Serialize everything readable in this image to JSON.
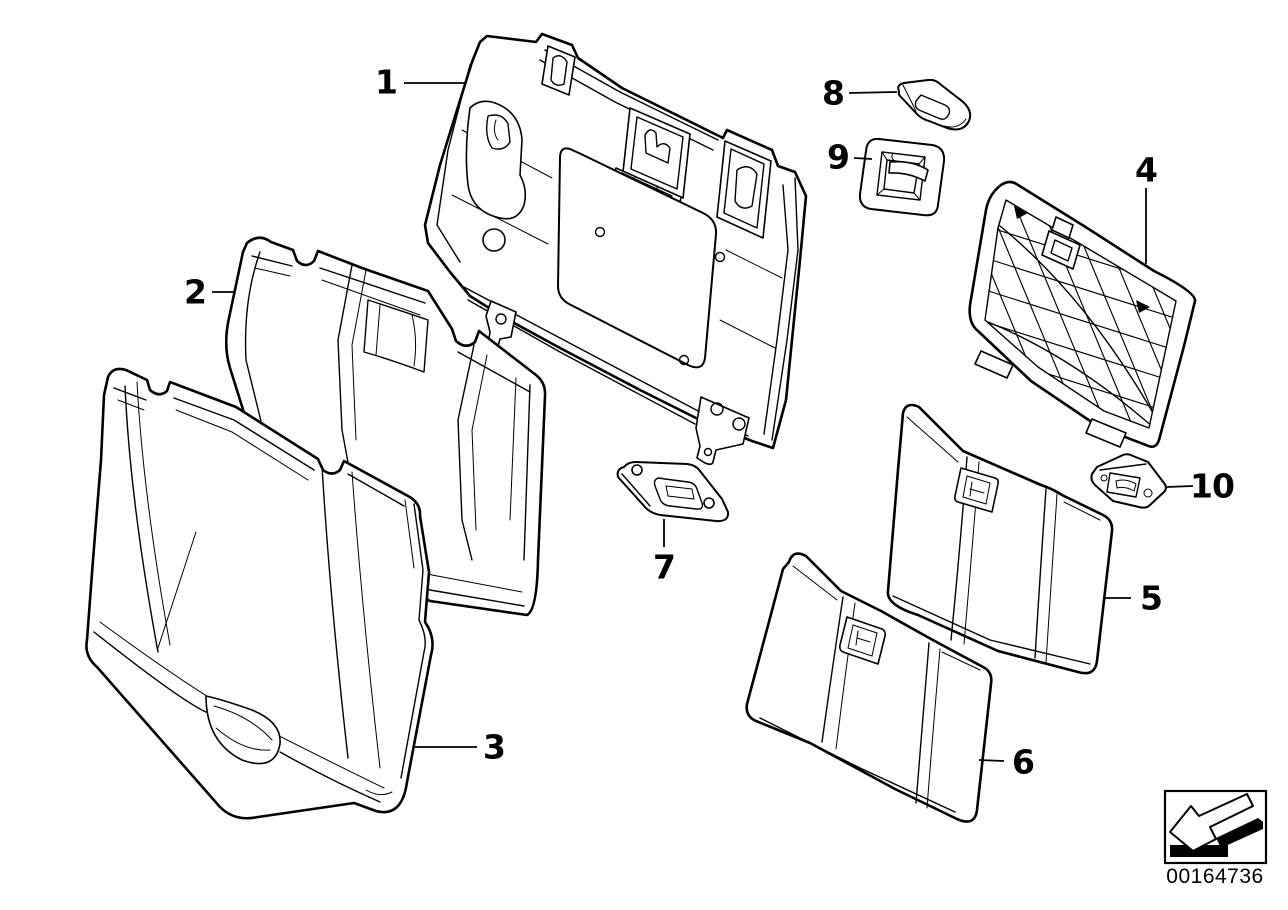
{
  "diagram": {
    "type": "exploded-parts-diagram",
    "subject": "rear seat backrest, covers and trim",
    "colors": {
      "line": "#000000",
      "background": "#ffffff"
    },
    "callouts": [
      {
        "label": "1"
      },
      {
        "label": "2"
      },
      {
        "label": "3"
      },
      {
        "label": "4"
      },
      {
        "label": "5"
      },
      {
        "label": "6"
      },
      {
        "label": "7"
      },
      {
        "label": "8"
      },
      {
        "label": "9"
      },
      {
        "label": "10"
      }
    ],
    "footer": {
      "part_number": "00164736",
      "arrow_icon": "direction-arrow-icon"
    }
  }
}
